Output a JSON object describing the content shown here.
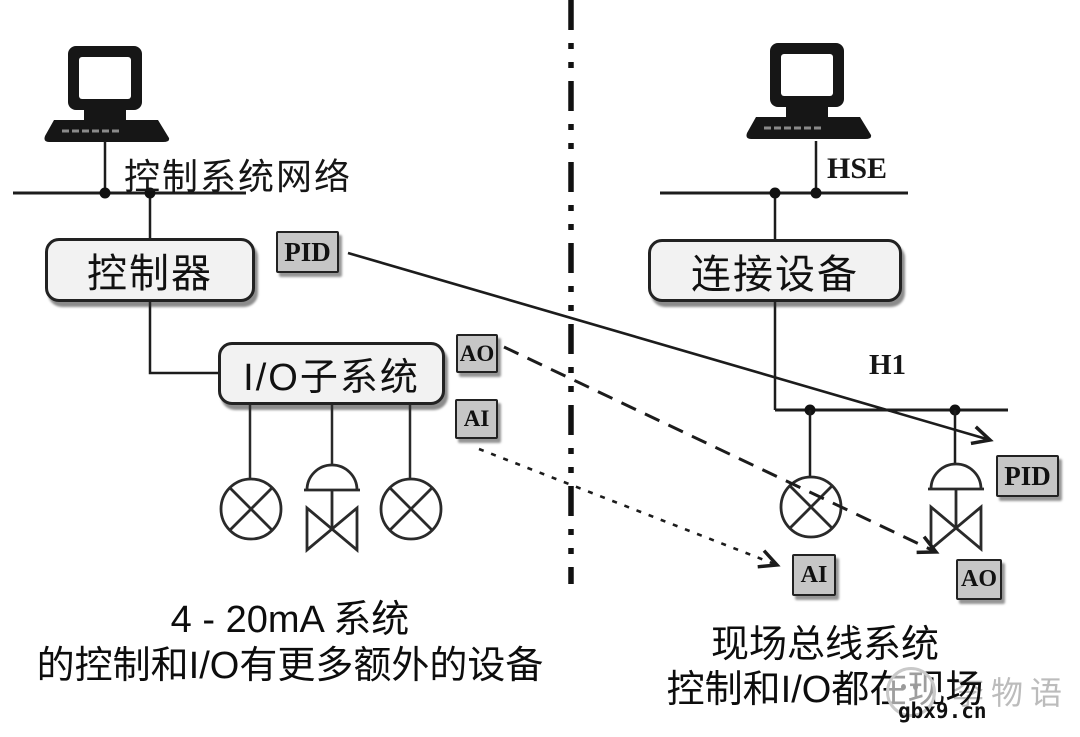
{
  "left_panel": {
    "network_label": "控制系统网络",
    "controller_label": "控制器",
    "io_subsystem_label": "I/O子系统",
    "pid_tag": "PID",
    "ao_tag": "AO",
    "ai_tag": "AI",
    "caption_line1": "4 - 20mA 系统",
    "caption_line2": "的控制和I/O有更多额外的设备"
  },
  "right_panel": {
    "hse_label": "HSE",
    "linking_device_label": "连接设备",
    "h1_label": "H1",
    "pid_tag": "PID",
    "ai_tag": "AI",
    "ao_tag": "AO",
    "caption_line1": "现场总线系统",
    "caption_line2": "控制和I/O都在现场"
  },
  "watermark": {
    "author": "李物语",
    "site": "gbx9.cn"
  },
  "colors": {
    "line": "#1c1c1c",
    "node_fill": "#f2f2f2",
    "tag_fill": "#c6c6c6",
    "background": "#ffffff"
  }
}
